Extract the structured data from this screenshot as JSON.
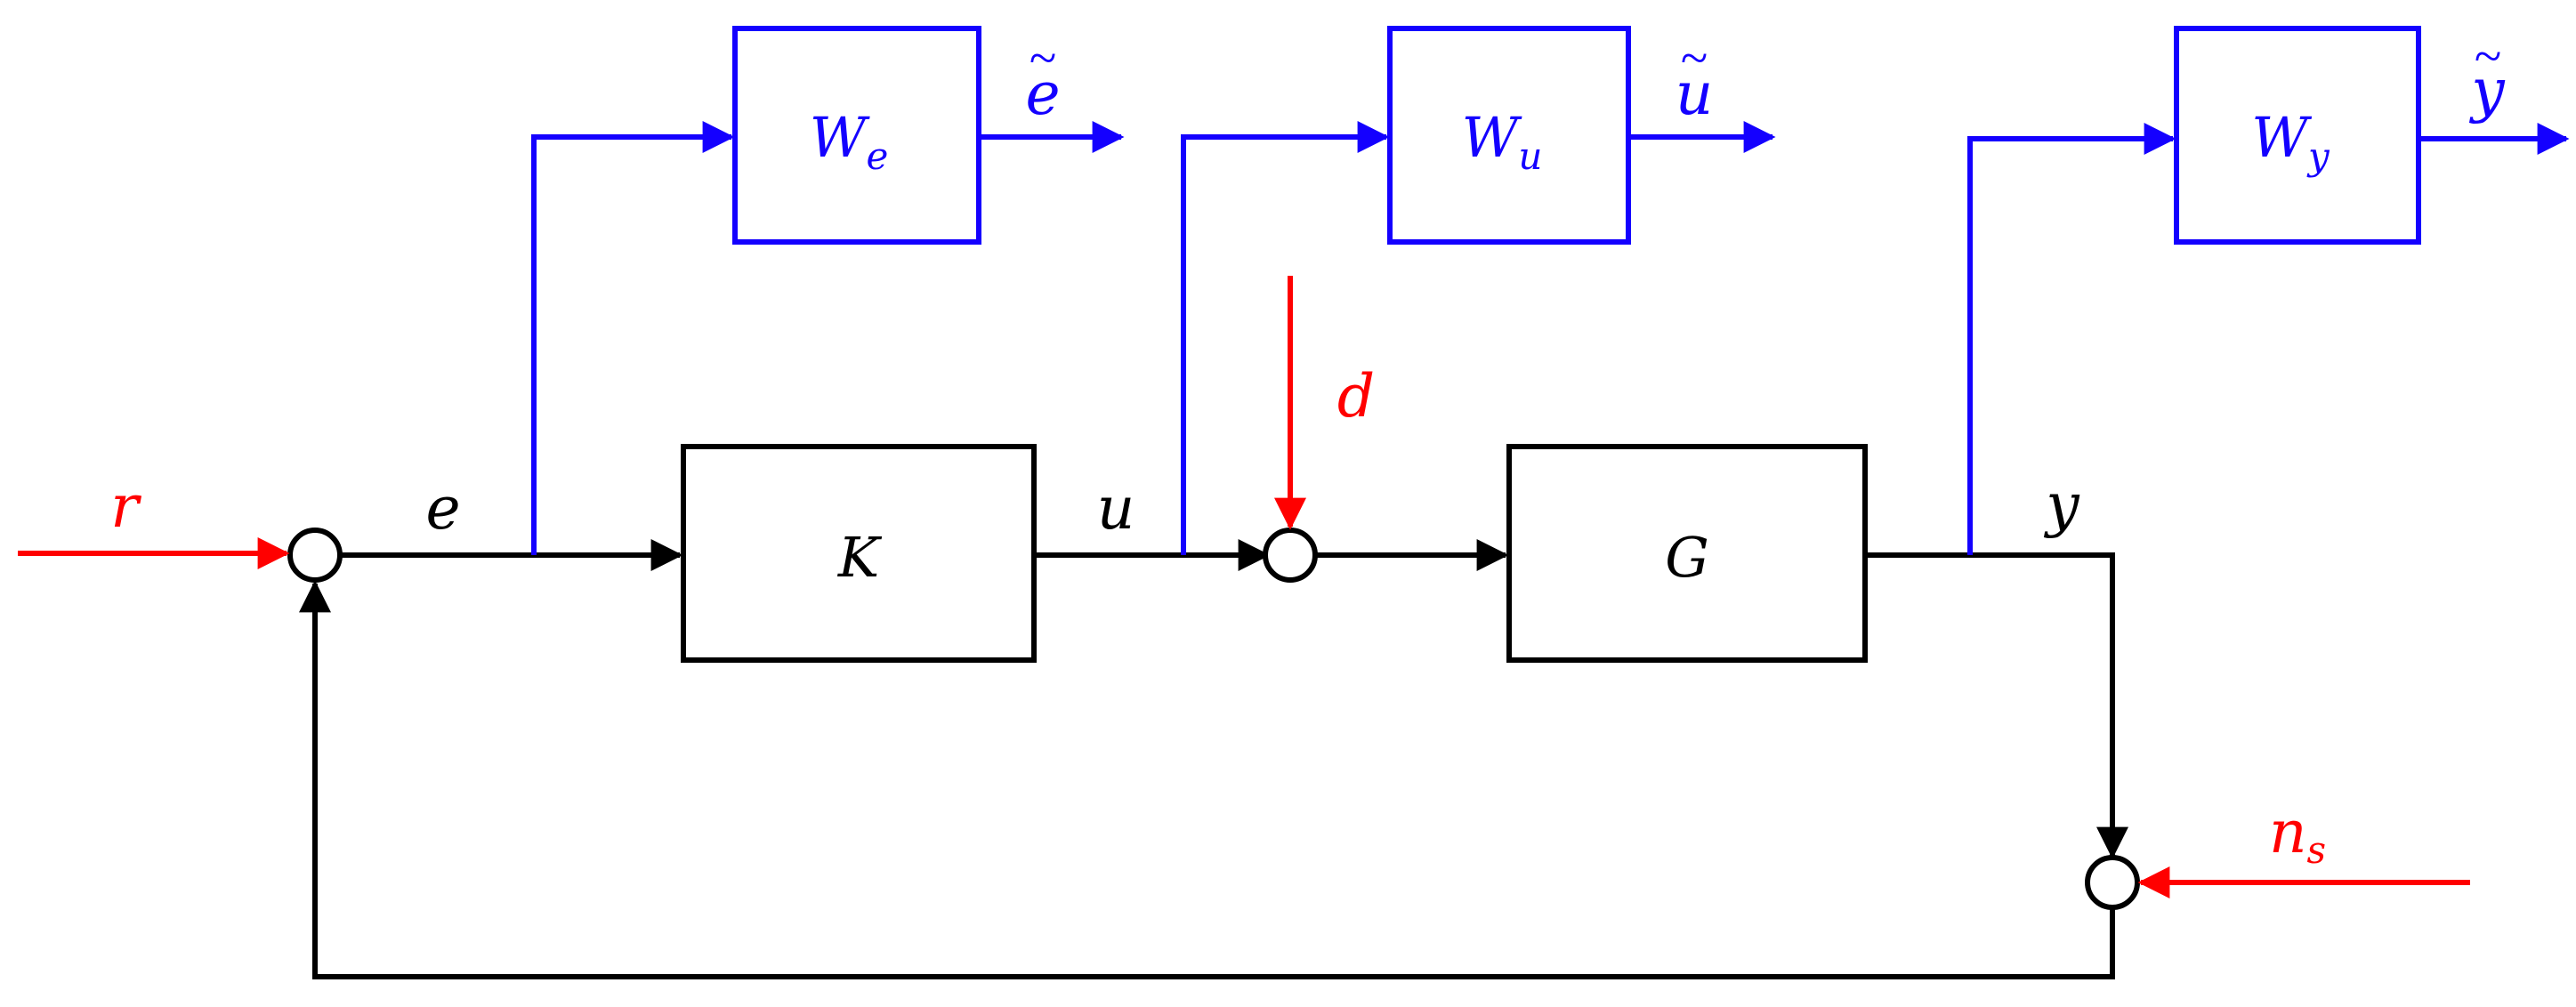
{
  "colors": {
    "main": "#000000",
    "weight": "#1400ff",
    "input": "#ff0000"
  },
  "blocks": {
    "K": {
      "label": "K"
    },
    "G": {
      "label": "G"
    },
    "We": {
      "label": "W",
      "sub": "e"
    },
    "Wu": {
      "label": "W",
      "sub": "u"
    },
    "Wy": {
      "label": "W",
      "sub": "y"
    }
  },
  "signals": {
    "r": "r",
    "e": "e",
    "u": "u",
    "d": "d",
    "y": "y",
    "ns": "n",
    "ns_sub": "s",
    "e_tilde": "e",
    "u_tilde": "u",
    "y_tilde": "y",
    "tilde_mark": "~"
  }
}
